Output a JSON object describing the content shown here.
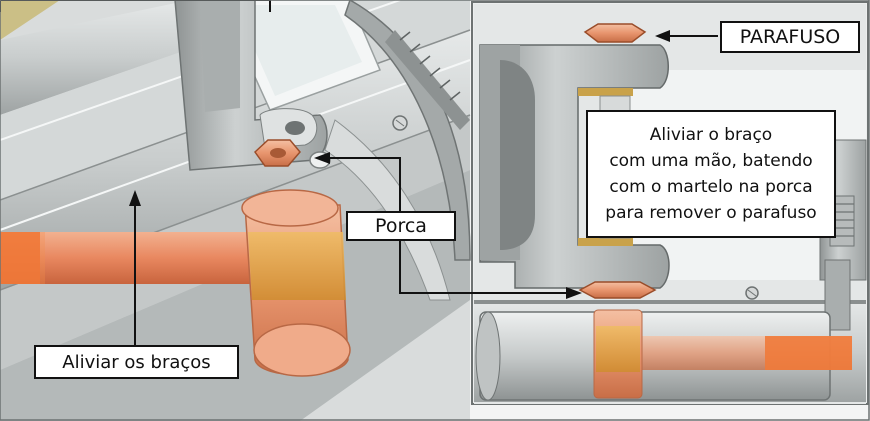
{
  "labels": {
    "parafuso": "PARAFUSO",
    "porca": "Porca",
    "aliviar_bracos": "Aliviar os braços",
    "instruction_lines": [
      "Aliviar o braço",
      "com uma mão, batendo",
      "com o martelo na porca",
      "para remover o parafuso"
    ]
  },
  "colors": {
    "copper": "#e8956e",
    "handle": "#e9734a",
    "band": "#e0a040",
    "metal": "#c4c8c8",
    "metal_dark": "#7d8282",
    "brass": "#c9a24a",
    "border": "#111111"
  },
  "icons": [
    "hammer-icon",
    "nut-icon",
    "screw-icon",
    "arrow-icon"
  ]
}
